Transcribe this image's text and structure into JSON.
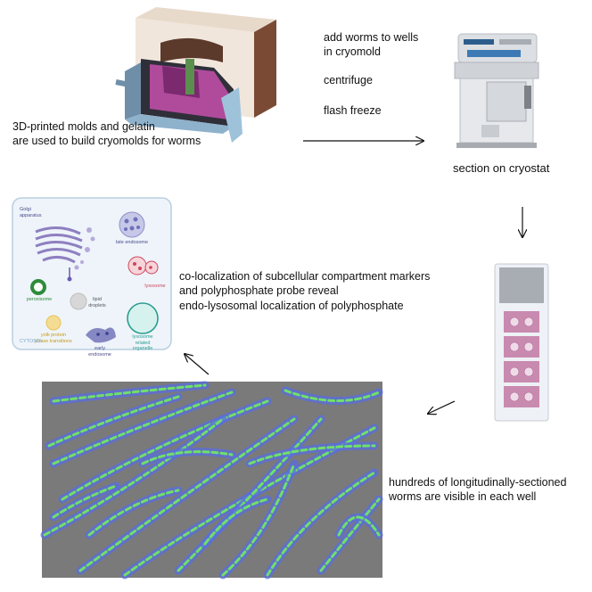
{
  "steps": {
    "mold_caption_line1": "3D-printed molds and gelatin",
    "mold_caption_line2": "are used to build cryomolds for worms",
    "step_add_line1": "add worms to wells",
    "step_add_line2": "in cryomold",
    "step_centrifuge": "centrifuge",
    "step_freeze": "flash freeze",
    "cryostat_caption": "section on cryostat",
    "coloc_line1": "co-localization of subcellular compartment markers",
    "coloc_line2": "and polyphosphate probe reveal",
    "coloc_line3": "endo-lysosomal localization of polyphosphate",
    "worms_line1": "hundreds of longitudinally-sectioned",
    "worms_line2": "worms are visible in each well"
  },
  "cell_panel": {
    "golgi": "Golgi apparatus",
    "late_endosome": "late endosome",
    "lysosome": "lysosome",
    "peroxisome": "peroxisome",
    "lipid_droplets": "lipid droplets",
    "yolk": "yolk protein phase transitions",
    "early_endosome": "early endosome",
    "lro": "lysosome related organelle",
    "cytosol": "CYTOSOL"
  },
  "colors": {
    "panel_border": "#b9cfe0",
    "panel_bg": "#eef4fa",
    "golgi": "#8e7fc0",
    "lysosome": "#d0455a",
    "peroxisome": "#2e8b3a",
    "yolk": "#e9c25a",
    "lro": "#2a9d8f",
    "micro_bg": "#7a7a7a",
    "worm_green": "#6ee06a",
    "worm_blue": "#5a6ee0"
  }
}
